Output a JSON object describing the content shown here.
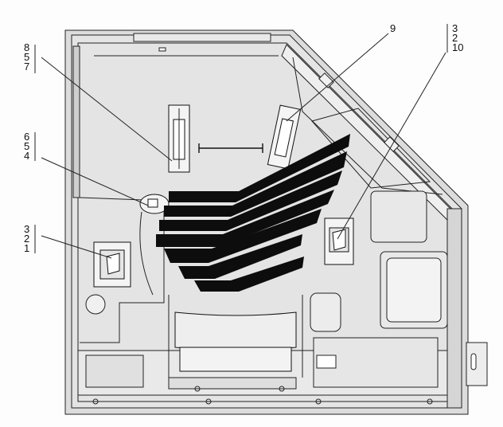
{
  "callouts": [
    {
      "id": "group-8-5-7",
      "lines": [
        "8",
        "5",
        "7"
      ]
    },
    {
      "id": "group-6-5-4",
      "lines": [
        "6",
        "5",
        "4"
      ]
    },
    {
      "id": "group-3-2-1",
      "lines": [
        "3",
        "2",
        "1"
      ]
    },
    {
      "id": "group-9",
      "lines": [
        "9"
      ]
    },
    {
      "id": "group-3-2-10",
      "lines": [
        "3",
        "2",
        "10"
      ]
    }
  ]
}
